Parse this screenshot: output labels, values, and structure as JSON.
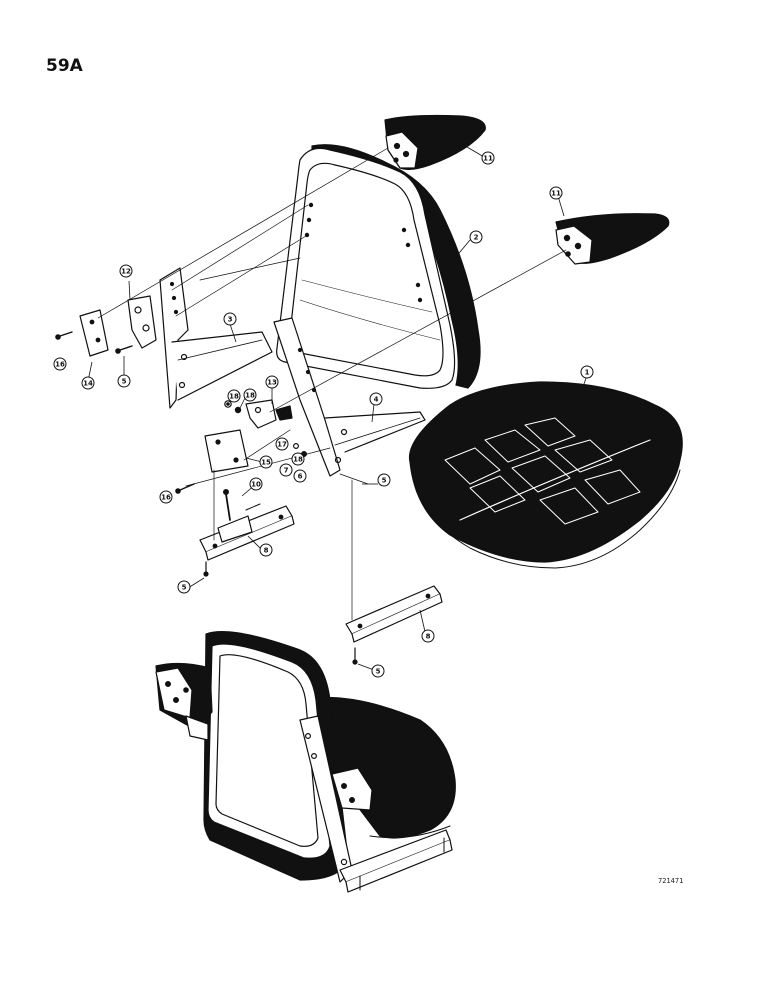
{
  "page_number": "59A",
  "drawing_number": "721471",
  "callouts": [
    {
      "id": "cushion",
      "label": "1"
    },
    {
      "id": "backrest",
      "label": "2"
    },
    {
      "id": "bracket-left",
      "label": "3"
    },
    {
      "id": "bracket-right",
      "label": "4"
    },
    {
      "id": "bolt-a",
      "label": "5"
    },
    {
      "id": "bolt-b",
      "label": "5"
    },
    {
      "id": "bolt-c",
      "label": "5"
    },
    {
      "id": "bolt-d",
      "label": "5"
    },
    {
      "id": "washer",
      "label": "6"
    },
    {
      "id": "lockwasher",
      "label": "7"
    },
    {
      "id": "slide-left",
      "label": "8"
    },
    {
      "id": "slide-right",
      "label": "8"
    },
    {
      "id": "lever",
      "label": "10"
    },
    {
      "id": "armrest-top",
      "label": "11"
    },
    {
      "id": "armrest-right",
      "label": "11"
    },
    {
      "id": "pivot-left",
      "label": "12"
    },
    {
      "id": "pivot-center",
      "label": "13"
    },
    {
      "id": "plate-left",
      "label": "14"
    },
    {
      "id": "plate-center",
      "label": "15"
    },
    {
      "id": "screw-a",
      "label": "16"
    },
    {
      "id": "screw-b",
      "label": "16"
    },
    {
      "id": "spacer",
      "label": "17"
    },
    {
      "id": "nut-a",
      "label": "18"
    },
    {
      "id": "nut-b",
      "label": "18"
    },
    {
      "id": "nut-c",
      "label": "18"
    }
  ]
}
